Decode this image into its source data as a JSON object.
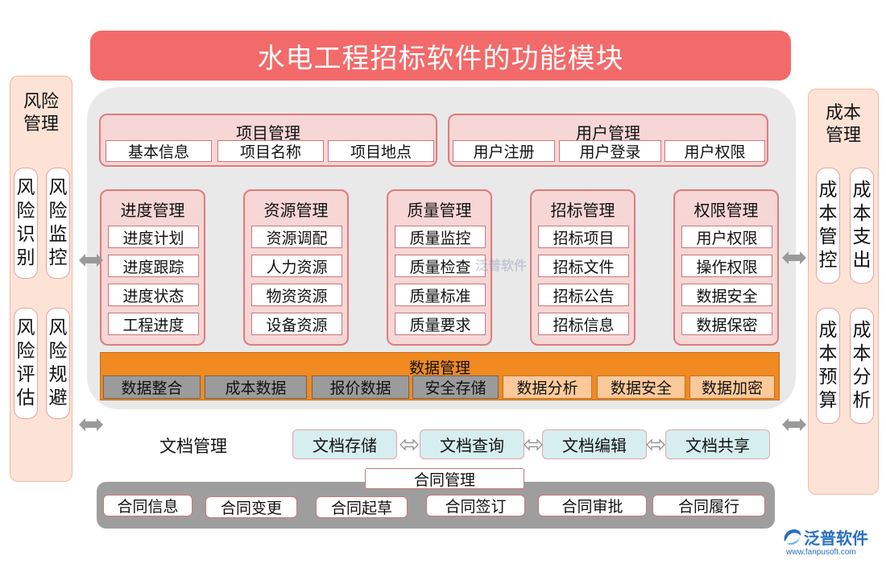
{
  "title": "水电工程招标软件的功能模块",
  "risk": {
    "title_line1": "风险",
    "title_line2": "管理",
    "items": [
      "风险识别",
      "风险监控",
      "风险评估",
      "风险规避"
    ]
  },
  "cost": {
    "title_line1": "成本",
    "title_line2": "管理",
    "items": [
      "成本管控",
      "成本支出",
      "成本预算",
      "成本分析"
    ]
  },
  "project": {
    "title": "项目管理",
    "items": [
      "基本信息",
      "项目名称",
      "项目地点"
    ]
  },
  "user": {
    "title": "用户管理",
    "items": [
      "用户注册",
      "用户登录",
      "用户权限"
    ]
  },
  "modules": [
    {
      "title": "进度管理",
      "items": [
        "进度计划",
        "进度跟踪",
        "进度状态",
        "工程进度"
      ]
    },
    {
      "title": "资源管理",
      "items": [
        "资源调配",
        "人力资源",
        "物资资源",
        "设备资源"
      ]
    },
    {
      "title": "质量管理",
      "items": [
        "质量监控",
        "质量检查",
        "质量标准",
        "质量要求"
      ]
    },
    {
      "title": "招标管理",
      "items": [
        "招标项目",
        "招标文件",
        "招标公告",
        "招标信息"
      ]
    },
    {
      "title": "权限管理",
      "items": [
        "用户权限",
        "操作权限",
        "数据安全",
        "数据保密"
      ]
    }
  ],
  "data_mgmt": {
    "title": "数据管理",
    "items": [
      "数据整合",
      "成本数据",
      "报价数据",
      "安全存储",
      "数据分析",
      "数据安全",
      "数据加密"
    ]
  },
  "docs": {
    "title": "文档管理",
    "items": [
      "文档存储",
      "文档查询",
      "文档编辑",
      "文档共享"
    ]
  },
  "contract": {
    "title": "合同管理",
    "items": [
      "合同信息",
      "合同变更",
      "合同起草",
      "合同签订",
      "合同审批",
      "合同履行"
    ]
  },
  "watermark": "泛普软件",
  "logo": {
    "name": "泛普软件",
    "url": "www.fanpusoft.com"
  },
  "colors": {
    "accent": "#f36a6a",
    "data_bar": "#f08a21",
    "arrow": "#9a9a9a",
    "logo_blue": "#2a6fc2"
  },
  "icons": {
    "arrow": "double-arrow-icon",
    "logo": "fanpu-logo-icon"
  }
}
